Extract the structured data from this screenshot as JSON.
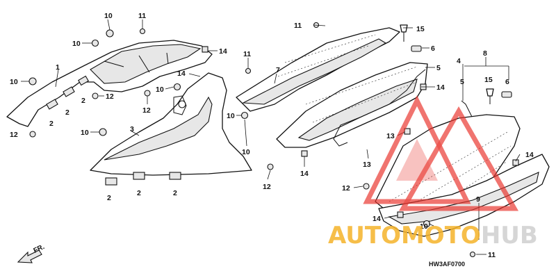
{
  "diagram": {
    "drawing_code": "HW3AF0700",
    "direction_label": "FR.",
    "callouts": [
      "1",
      "2",
      "3",
      "4",
      "5",
      "6",
      "7",
      "8",
      "9",
      "10",
      "11",
      "12",
      "13",
      "14",
      "15"
    ]
  },
  "watermark": {
    "text_prefix": "AUTOMOTO",
    "text_suffix": "HUB",
    "prefix_color": "#f5b32a",
    "suffix_color": "#d9d9d9",
    "logo_color": "#e8332c"
  }
}
